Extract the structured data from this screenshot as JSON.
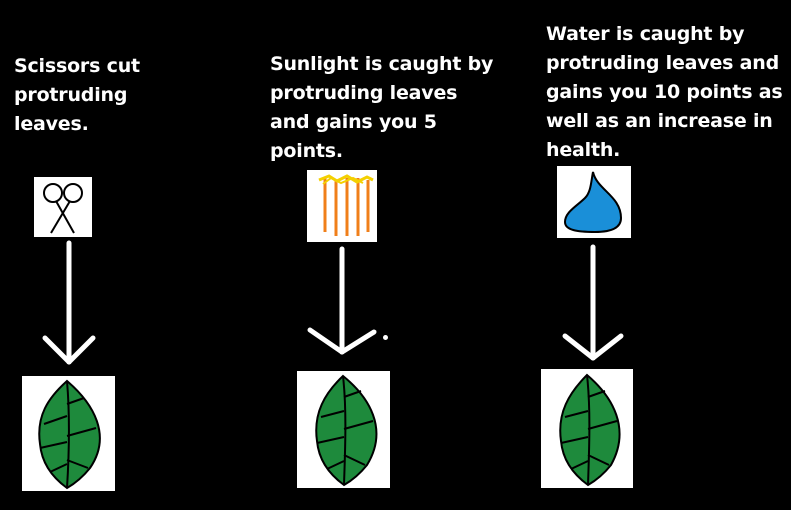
{
  "panels": [
    {
      "caption": "Scissors cut\nprotruding\nleaves.",
      "icon": "scissors-icon"
    },
    {
      "caption": "Sunlight is caught by\nprotruding leaves\nand gains you 5\npoints.",
      "icon": "sunlight-icon"
    },
    {
      "caption": "Water is caught by\nprotruding leaves and\ngains you 10 points as\nwell as an increase in\nhealth.",
      "icon": "water-drop-icon"
    }
  ],
  "colors": {
    "background": "#000000",
    "text": "#ffffff",
    "leaf": "#1e8a3c",
    "water": "#1a8fd8",
    "sun_rays": "#f07f1a",
    "sun": "#f4d000"
  }
}
